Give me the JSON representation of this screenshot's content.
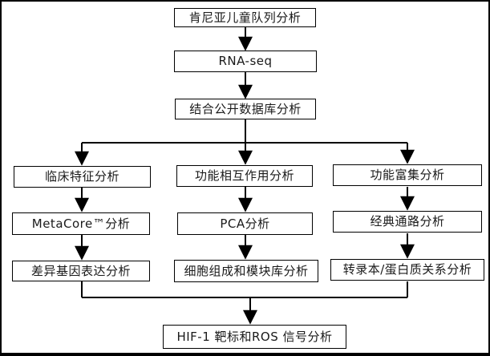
{
  "flowchart": {
    "top_flow": [
      "肯尼亚儿童队列分析",
      "RNA-seq",
      "结合公开数据库分析"
    ],
    "columns": [
      {
        "steps": [
          "临床特征分析",
          "MetaCore™分析",
          "差异基因表达分析"
        ]
      },
      {
        "steps": [
          "功能相互作用分析",
          "PCA分析",
          "细胞组成和模块库分析"
        ]
      },
      {
        "steps": [
          "功能富集分析",
          "经典通路分析",
          "转录本/蛋白质关系分析"
        ]
      }
    ],
    "final": "HIF-1 靶标和ROS 信号分析",
    "edges": [
      {
        "from": "肯尼亚儿童队列分析",
        "to": "RNA-seq"
      },
      {
        "from": "RNA-seq",
        "to": "结合公开数据库分析"
      },
      {
        "from": "结合公开数据库分析",
        "to": "临床特征分析"
      },
      {
        "from": "结合公开数据库分析",
        "to": "功能相互作用分析"
      },
      {
        "from": "结合公开数据库分析",
        "to": "功能富集分析"
      },
      {
        "from": "临床特征分析",
        "to": "MetaCore™分析"
      },
      {
        "from": "MetaCore™分析",
        "to": "差异基因表达分析"
      },
      {
        "from": "功能相互作用分析",
        "to": "PCA分析"
      },
      {
        "from": "PCA分析",
        "to": "细胞组成和模块库分析"
      },
      {
        "from": "功能富集分析",
        "to": "经典通路分析"
      },
      {
        "from": "经典通路分析",
        "to": "转录本/蛋白质关系分析"
      },
      {
        "from": "差异基因表达分析",
        "to": "HIF-1 靶标和ROS 信号分析"
      },
      {
        "from": "转录本/蛋白质关系分析",
        "to": "HIF-1 靶标和ROS 信号分析"
      }
    ],
    "colors": {
      "line": "#000000",
      "box_border": "#000000",
      "box_fill": "#ffffff",
      "text": "#1a1a1a",
      "background": "#ffffff"
    }
  }
}
